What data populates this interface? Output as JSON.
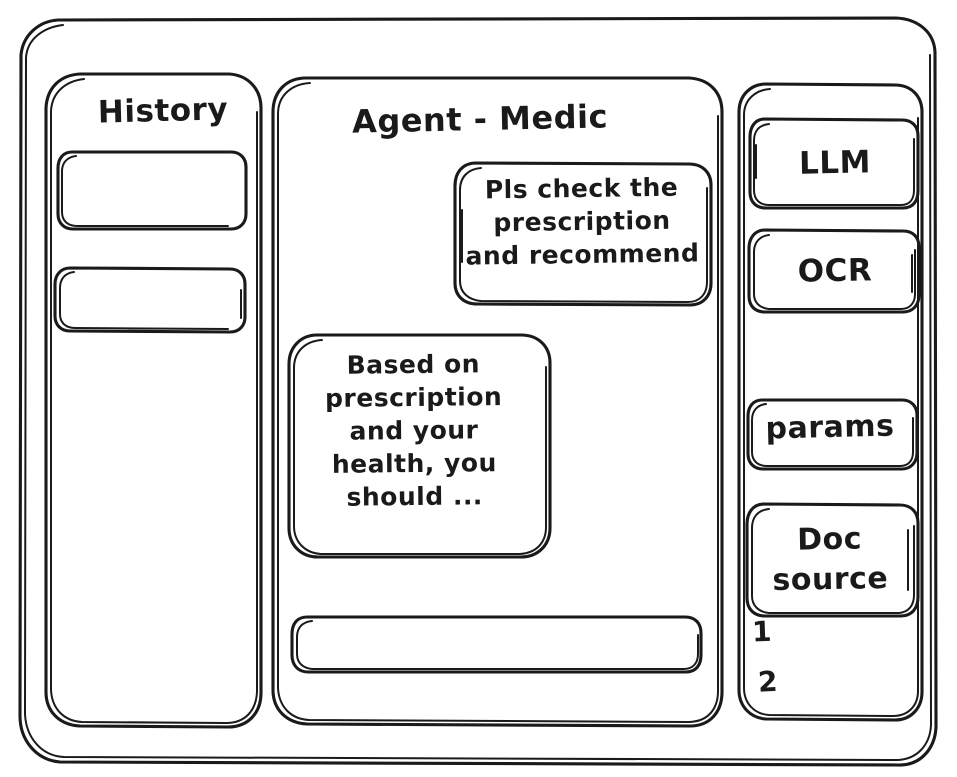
{
  "window": {
    "style": "hand-drawn wireframe",
    "stroke_color": "#1a1a1a",
    "background_color": "#ffffff"
  },
  "sidebar_left": {
    "title": "History",
    "items": [
      {
        "label": "",
        "name": "history-item-1"
      },
      {
        "label": "",
        "name": "history-item-2"
      }
    ]
  },
  "main": {
    "title": "Agent - Medic",
    "messages": [
      {
        "role": "user",
        "text": "Pls check the\nprescription\nand recommend"
      },
      {
        "role": "assistant",
        "text": "Based on\nprescription\nand your\nhealth, you\nshould ..."
      }
    ],
    "composer": {
      "value": "",
      "placeholder": ""
    }
  },
  "sidebar_right": {
    "tools": [
      {
        "label": "LLM",
        "name": "tool-llm"
      },
      {
        "label": "OCR",
        "name": "tool-ocr"
      },
      {
        "label": "params",
        "name": "tool-params"
      },
      {
        "label": "Doc\nsource",
        "name": "tool-doc-source"
      }
    ],
    "doc_sources": [
      {
        "label": "1"
      },
      {
        "label": "2"
      }
    ]
  }
}
